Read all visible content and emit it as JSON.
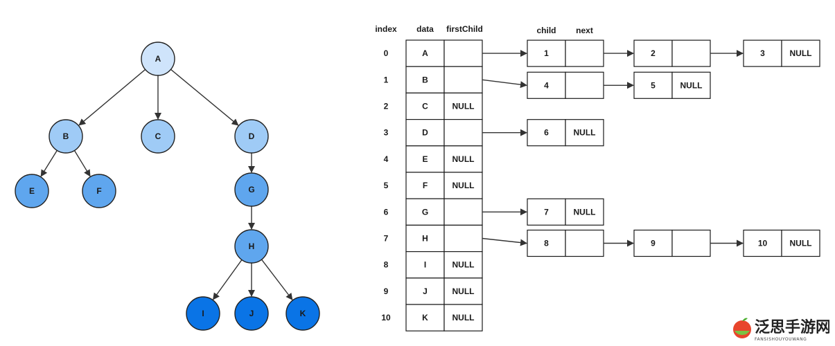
{
  "tree": {
    "nodes": [
      {
        "id": "A",
        "label": "A",
        "color": "#cfe4fb"
      },
      {
        "id": "B",
        "label": "B",
        "color": "#9fcbf6"
      },
      {
        "id": "C",
        "label": "C",
        "color": "#9fcbf6"
      },
      {
        "id": "D",
        "label": "D",
        "color": "#9fcbf6"
      },
      {
        "id": "E",
        "label": "E",
        "color": "#5fa6ee"
      },
      {
        "id": "F",
        "label": "F",
        "color": "#5fa6ee"
      },
      {
        "id": "G",
        "label": "G",
        "color": "#5fa6ee"
      },
      {
        "id": "H",
        "label": "H",
        "color": "#5fa6ee"
      },
      {
        "id": "I",
        "label": "I",
        "color": "#0a74e6"
      },
      {
        "id": "J",
        "label": "J",
        "color": "#0a74e6"
      },
      {
        "id": "K",
        "label": "K",
        "color": "#0a74e6"
      }
    ],
    "edges": [
      [
        "A",
        "B"
      ],
      [
        "A",
        "C"
      ],
      [
        "A",
        "D"
      ],
      [
        "B",
        "E"
      ],
      [
        "B",
        "F"
      ],
      [
        "D",
        "G"
      ],
      [
        "G",
        "H"
      ],
      [
        "H",
        "I"
      ],
      [
        "H",
        "J"
      ],
      [
        "H",
        "K"
      ]
    ]
  },
  "table": {
    "headers": {
      "index": "index",
      "data": "data",
      "first_child": "firstChild"
    },
    "rows": [
      {
        "index": "0",
        "data": "A",
        "first_child": ""
      },
      {
        "index": "1",
        "data": "B",
        "first_child": ""
      },
      {
        "index": "2",
        "data": "C",
        "first_child": "NULL"
      },
      {
        "index": "3",
        "data": "D",
        "first_child": ""
      },
      {
        "index": "4",
        "data": "E",
        "first_child": "NULL"
      },
      {
        "index": "5",
        "data": "F",
        "first_child": "NULL"
      },
      {
        "index": "6",
        "data": "G",
        "first_child": ""
      },
      {
        "index": "7",
        "data": "H",
        "first_child": ""
      },
      {
        "index": "8",
        "data": "I",
        "first_child": "NULL"
      },
      {
        "index": "9",
        "data": "J",
        "first_child": "NULL"
      },
      {
        "index": "10",
        "data": "K",
        "first_child": "NULL"
      }
    ]
  },
  "child_lists": {
    "headers": {
      "child": "child",
      "next": "next"
    },
    "lists": [
      {
        "row": 0,
        "nodes": [
          {
            "child": "1",
            "next": ""
          },
          {
            "child": "2",
            "next": ""
          },
          {
            "child": "3",
            "next": "NULL"
          }
        ]
      },
      {
        "row": 1,
        "nodes": [
          {
            "child": "4",
            "next": ""
          },
          {
            "child": "5",
            "next": "NULL"
          }
        ]
      },
      {
        "row": 3,
        "nodes": [
          {
            "child": "6",
            "next": "NULL"
          }
        ]
      },
      {
        "row": 6,
        "nodes": [
          {
            "child": "7",
            "next": "NULL"
          }
        ]
      },
      {
        "row": 7,
        "nodes": [
          {
            "child": "8",
            "next": ""
          },
          {
            "child": "9",
            "next": ""
          },
          {
            "child": "10",
            "next": "NULL"
          }
        ]
      }
    ]
  },
  "watermark": {
    "name": "泛思手游网",
    "sub": "FANSISHOUYOUWANG"
  }
}
